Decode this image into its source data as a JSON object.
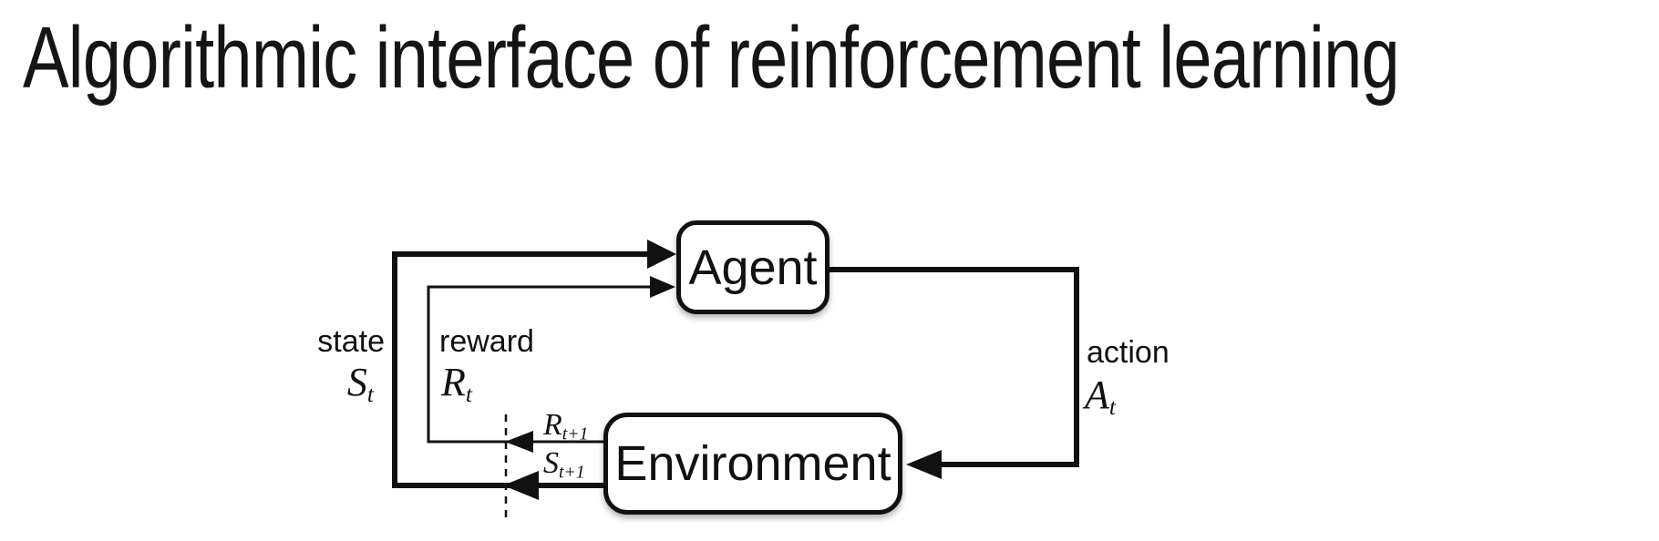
{
  "title": "Algorithmic interface of reinforcement learning",
  "diagram": {
    "agent_label": "Agent",
    "environment_label": "Environment",
    "state": {
      "word": "state",
      "base": "S",
      "sub": "t"
    },
    "reward": {
      "word": "reward",
      "base": "R",
      "sub": "t"
    },
    "action": {
      "word": "action",
      "base": "A",
      "sub": "t"
    },
    "reward_next": {
      "base": "R",
      "sub": "t+1"
    },
    "state_next": {
      "base": "S",
      "sub": "t+1"
    },
    "colors": {
      "line": "#111111",
      "box_fill": "#ffffff",
      "text": "#111111",
      "background": "#ffffff"
    }
  }
}
